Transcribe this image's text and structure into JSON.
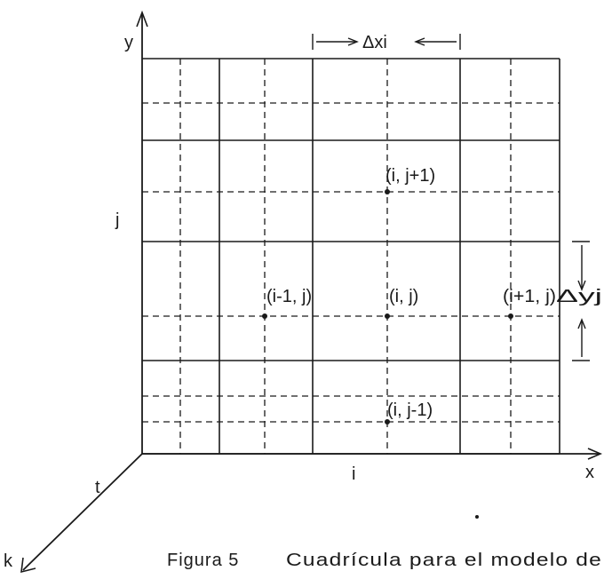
{
  "axes": {
    "x_label": "x",
    "y_label": "y",
    "k_label": "k",
    "t_label": "t"
  },
  "grid_labels": {
    "i_label": "i",
    "j_label": "j",
    "dx_label": "Δxi",
    "dy_label": "Δyj"
  },
  "nodes": {
    "center": "(i, j)",
    "left": "(i-1, j)",
    "right": "(i+1, j)",
    "top": "(i, j+1)",
    "bottom": "(i, j-1)"
  },
  "caption": {
    "figure_number": "Figura 5",
    "text": "Cuadrícula para el modelo de"
  }
}
